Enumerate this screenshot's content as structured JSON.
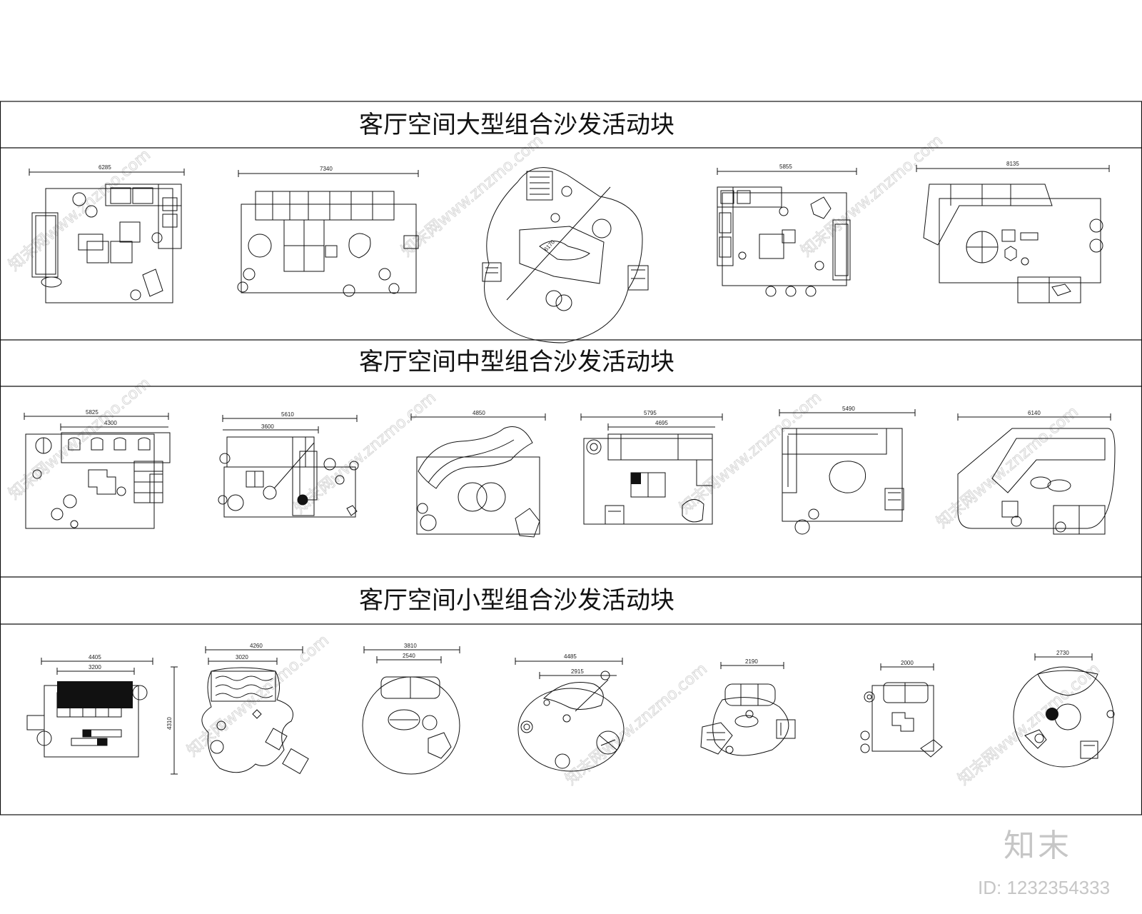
{
  "sections": [
    {
      "title": "客厅空间大型组合沙发活动块"
    },
    {
      "title": "客厅空间中型组合沙发活动块"
    },
    {
      "title": "客厅空间小型组合沙发活动块"
    }
  ],
  "dimensions": {
    "large": [
      "6285",
      "7340",
      "6170",
      "5855",
      "8135"
    ],
    "medium": [
      "5825",
      "4300",
      "5610",
      "3600",
      "4850",
      "5795",
      "4695",
      "5490",
      "6140"
    ],
    "small": [
      "4405",
      "3200",
      "4260",
      "3020",
      "4310",
      "3810",
      "2540",
      "4485",
      "2915",
      "2190",
      "2000",
      "2730"
    ]
  },
  "watermark": "知末网www.znzmo.com",
  "brand": "知末",
  "image_id": "ID: 1232354333"
}
